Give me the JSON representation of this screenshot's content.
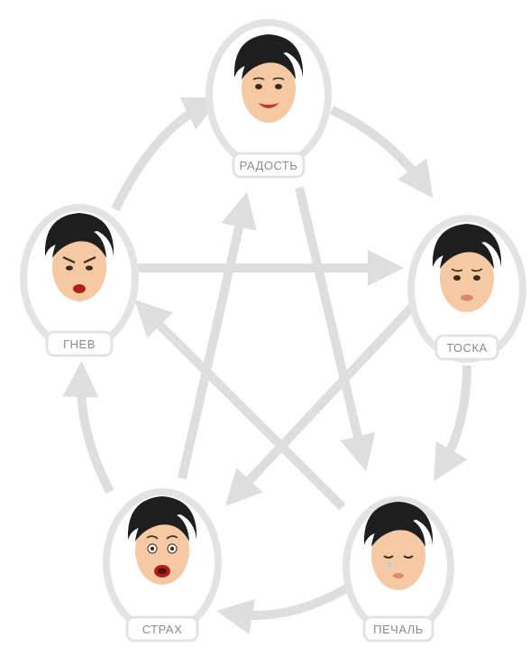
{
  "diagram": {
    "nodes": [
      {
        "id": "joy",
        "label": "РАДОСТЬ",
        "mood": "happy"
      },
      {
        "id": "longing",
        "label": "ТОСКА",
        "mood": "sad"
      },
      {
        "id": "sadness",
        "label": "ПЕЧАЛЬ",
        "mood": "crying"
      },
      {
        "id": "fear",
        "label": "СТРАХ",
        "mood": "scared"
      },
      {
        "id": "anger",
        "label": "ГНЕВ",
        "mood": "angry"
      }
    ],
    "edges": [
      {
        "from": "joy",
        "to": "longing",
        "kind": "cycle"
      },
      {
        "from": "longing",
        "to": "sadness",
        "kind": "cycle"
      },
      {
        "from": "sadness",
        "to": "fear",
        "kind": "cycle"
      },
      {
        "from": "fear",
        "to": "anger",
        "kind": "cycle"
      },
      {
        "from": "anger",
        "to": "joy",
        "kind": "cycle"
      },
      {
        "from": "anger",
        "to": "longing",
        "kind": "star"
      },
      {
        "from": "longing",
        "to": "fear",
        "kind": "star"
      },
      {
        "from": "fear",
        "to": "joy",
        "kind": "star"
      },
      {
        "from": "joy",
        "to": "sadness",
        "kind": "star"
      },
      {
        "from": "sadness",
        "to": "anger",
        "kind": "star"
      }
    ],
    "colors": {
      "ring": "#e3e3e3",
      "arrow": "#dedede",
      "skin": "#f4c9a4",
      "hair": "#1e1e1e",
      "label_text": "#8a8a8a"
    }
  }
}
